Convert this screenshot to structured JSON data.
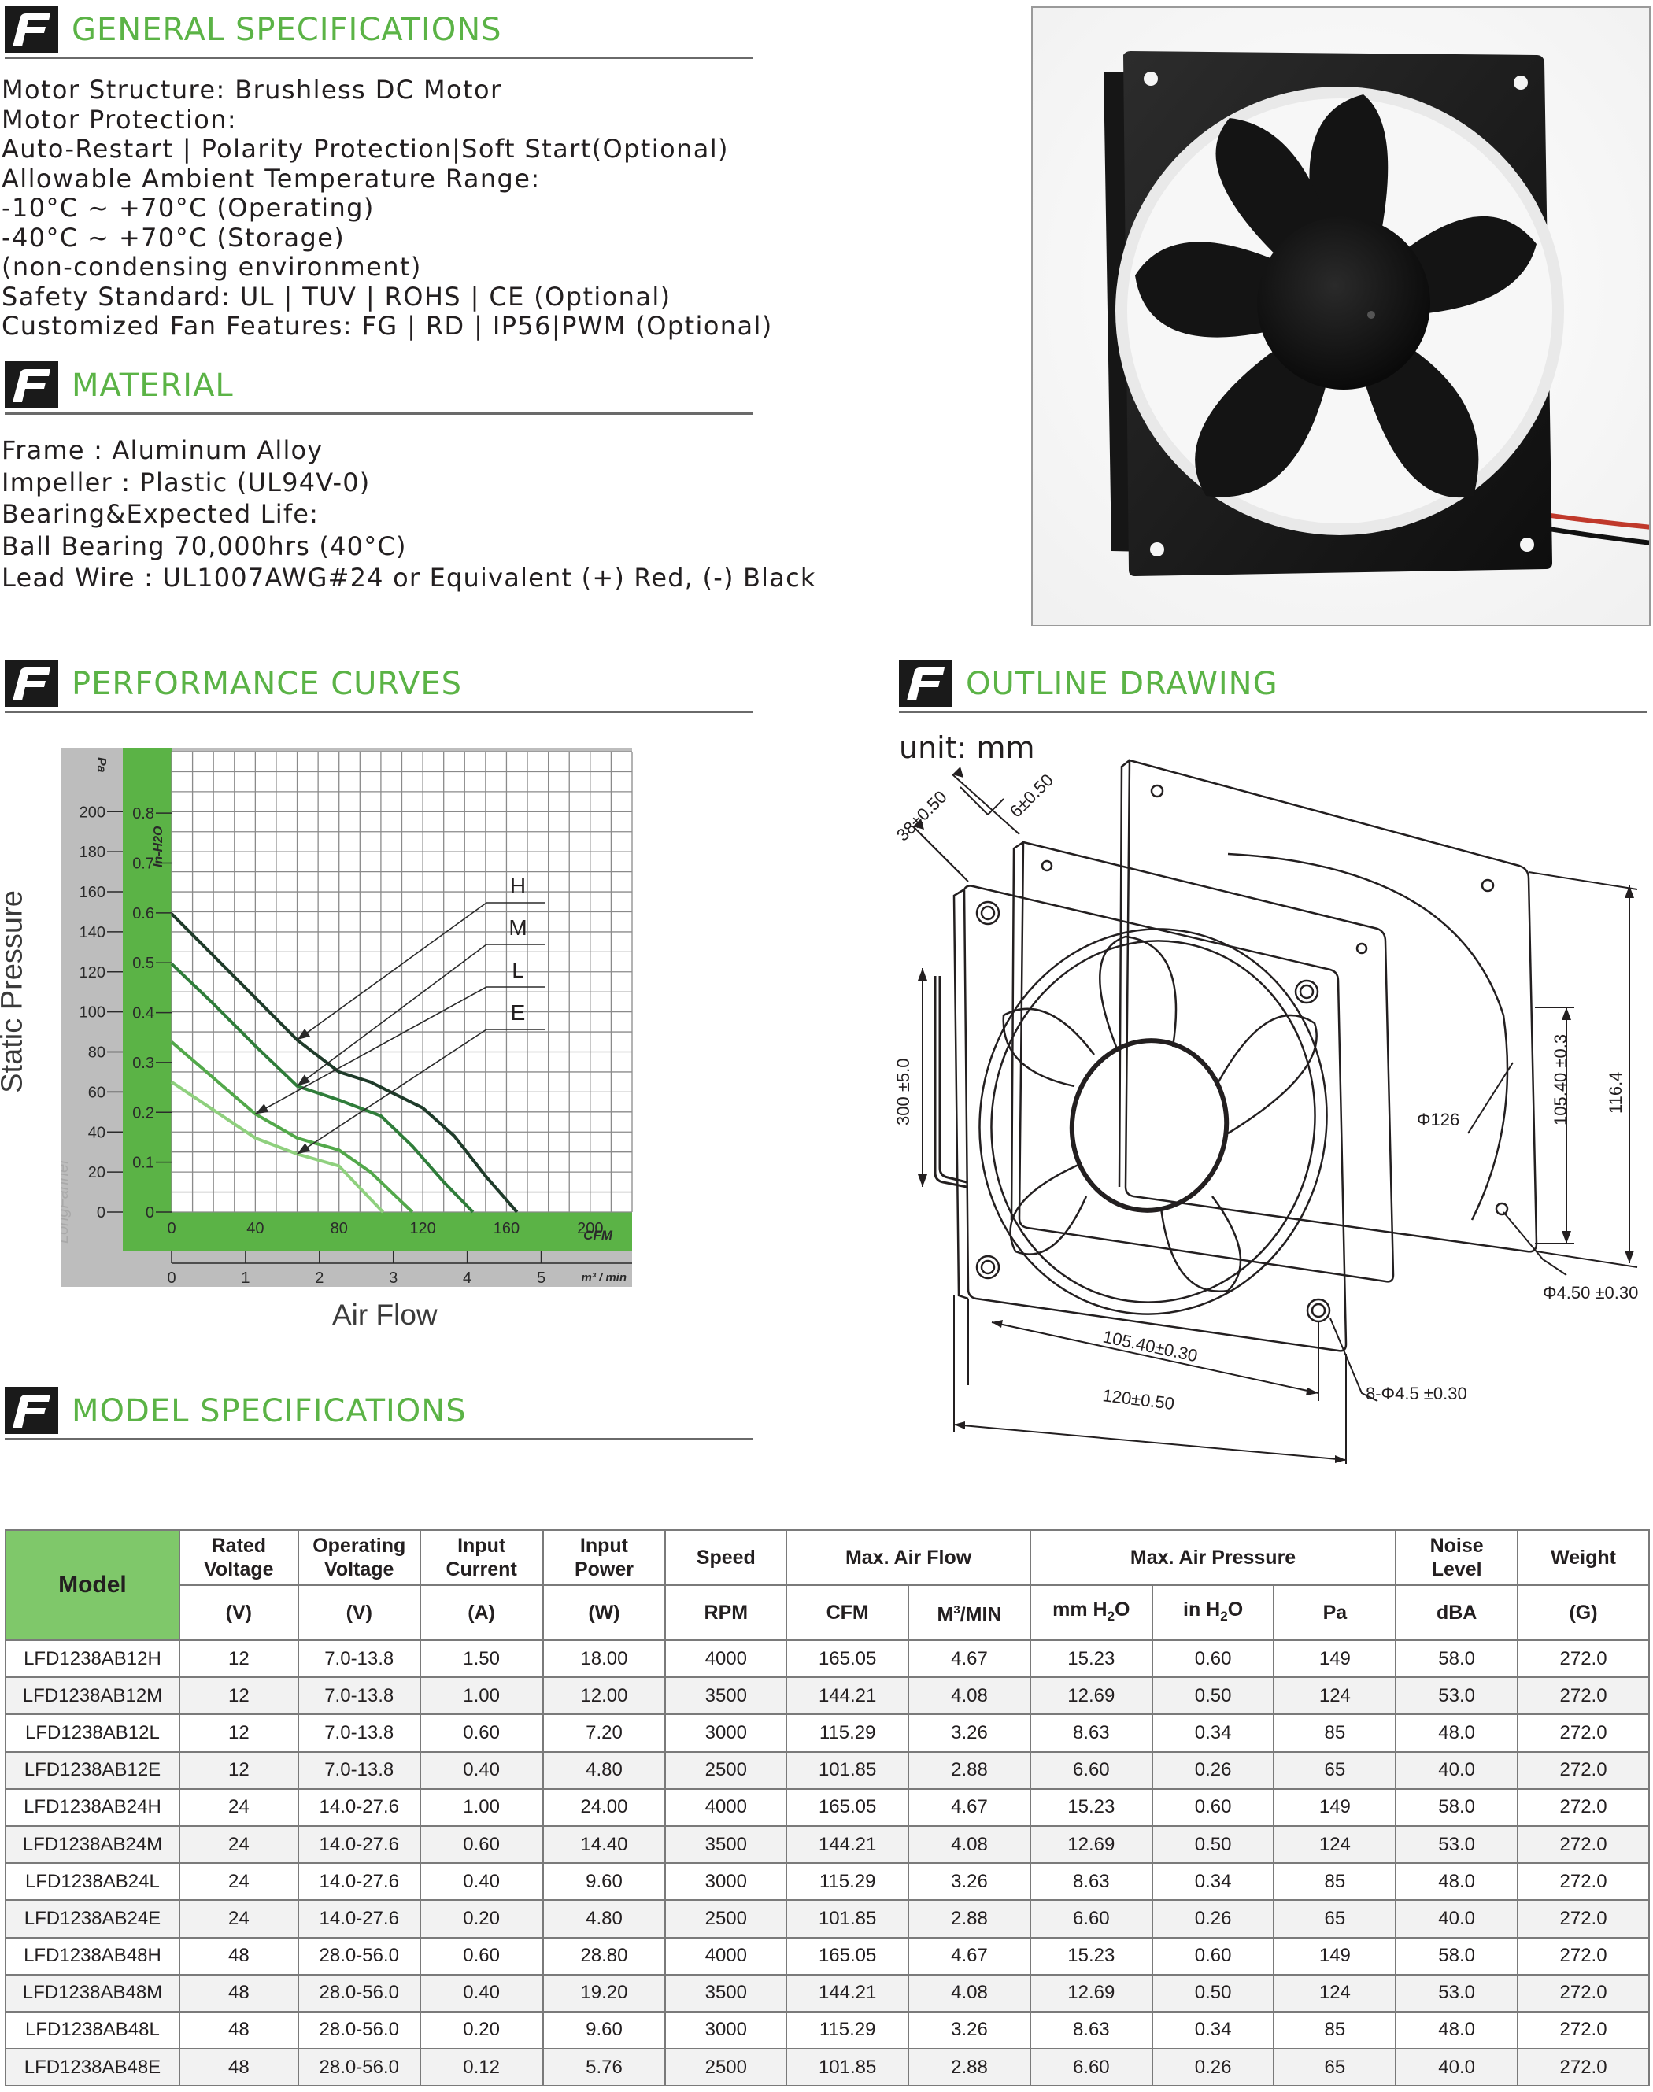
{
  "sections": {
    "general": "GENERAL SPECIFICATIONS",
    "material": "MATERIAL",
    "performance": "PERFORMANCE CURVES",
    "outline": "OUTLINE DRAWING",
    "model": "MODEL SPECIFICATIONS"
  },
  "general_lines": [
    "Motor Structure: Brushless DC Motor",
    "Motor Protection:",
    "Auto-Restart | Polarity Protection|Soft Start(Optional)",
    "Allowable Ambient Temperature Range:",
    "-10°C ~ +70°C (Operating)",
    "-40°C ~ +70°C (Storage)",
    "(non-condensing environment)",
    "Safety Standard: UL | TUV | ROHS | CE (Optional)",
    "Customized Fan Features: FG | RD | IP56|PWM (Optional)"
  ],
  "material_lines": [
    "Frame : Aluminum Alloy",
    "Impeller : Plastic (UL94V-0)",
    "Bearing&Expected Life:",
    "Ball Bearing  70,000hrs (40°C)",
    "Lead Wire : UL1007AWG#24 or Equivalent (+) Red, (-) Black"
  ],
  "chart_data": {
    "type": "line",
    "xlabel": "Air Flow",
    "ylabel": "Static Pressure",
    "x_unit": "CFM",
    "x2_unit": "m³ / min",
    "y_unit": "Pa",
    "y2_unit": "In-H2O",
    "xlim": [
      0,
      220
    ],
    "ylim": [
      0,
      230
    ],
    "grid": true,
    "x_ticks": [
      "0",
      "40",
      "80",
      "120",
      "160",
      "200"
    ],
    "x2_ticks": [
      "0",
      "1",
      "2",
      "3",
      "4",
      "5"
    ],
    "y_ticks": [
      "0",
      "20",
      "40",
      "60",
      "80",
      "100",
      "120",
      "140",
      "160",
      "180",
      "200"
    ],
    "y2_ticks": [
      "0",
      "0.1",
      "0.2",
      "0.3",
      "0.4",
      "0.5",
      "0.6",
      "0.7",
      "0.8"
    ],
    "watermark": "LongFanner",
    "series": [
      {
        "name": "H",
        "color": "#1f3b2a",
        "points": [
          [
            0,
            149
          ],
          [
            20,
            128
          ],
          [
            40,
            107
          ],
          [
            60,
            86
          ],
          [
            80,
            70
          ],
          [
            95,
            65
          ],
          [
            120,
            52
          ],
          [
            135,
            38
          ],
          [
            150,
            18
          ],
          [
            165,
            0
          ]
        ]
      },
      {
        "name": "M",
        "color": "#2f7d3a",
        "points": [
          [
            0,
            124
          ],
          [
            20,
            104
          ],
          [
            40,
            83
          ],
          [
            60,
            63
          ],
          [
            80,
            56
          ],
          [
            100,
            48
          ],
          [
            115,
            33
          ],
          [
            130,
            15
          ],
          [
            144,
            0
          ]
        ]
      },
      {
        "name": "L",
        "color": "#52a84a",
        "points": [
          [
            0,
            85
          ],
          [
            20,
            67
          ],
          [
            40,
            49
          ],
          [
            60,
            37
          ],
          [
            80,
            31
          ],
          [
            95,
            20
          ],
          [
            105,
            10
          ],
          [
            115,
            0
          ]
        ]
      },
      {
        "name": "E",
        "color": "#8fd07e",
        "points": [
          [
            0,
            65
          ],
          [
            20,
            51
          ],
          [
            40,
            37
          ],
          [
            60,
            29
          ],
          [
            80,
            23
          ],
          [
            90,
            12
          ],
          [
            101,
            0
          ]
        ]
      }
    ]
  },
  "outline": {
    "unit": "unit: mm",
    "dims": {
      "depth": "38±0.50",
      "flange": "6±0.50",
      "wire": "300 ±5.0",
      "hole_spacing_v": "105.40 ±0.3",
      "height": "116.4",
      "diameter": "Φ126",
      "mount_hole": "Φ4.50 ±0.30",
      "hole_spacing_h": "105.40±0.30",
      "width": "120±0.50",
      "holes": "8-Φ4.5 ±0.30"
    }
  },
  "table": {
    "headers": [
      "Model",
      "Rated Voltage",
      "Operating Voltage",
      "Input Current",
      "Input Power",
      "Speed",
      "Max. Air Flow",
      "Max. Air Pressure",
      "Noise Level",
      "Weight"
    ],
    "units": [
      "(V)",
      "(V)",
      "(A)",
      "(W)",
      "RPM",
      "CFM",
      "M3/MIN",
      "mm H2O",
      "in H2O",
      "Pa",
      "dBA",
      "(G)"
    ],
    "rows": [
      [
        "LFD1238AB12H",
        "12",
        "7.0-13.8",
        "1.50",
        "18.00",
        "4000",
        "165.05",
        "4.67",
        "15.23",
        "0.60",
        "149",
        "58.0",
        "272.0"
      ],
      [
        "LFD1238AB12M",
        "12",
        "7.0-13.8",
        "1.00",
        "12.00",
        "3500",
        "144.21",
        "4.08",
        "12.69",
        "0.50",
        "124",
        "53.0",
        "272.0"
      ],
      [
        "LFD1238AB12L",
        "12",
        "7.0-13.8",
        "0.60",
        "7.20",
        "3000",
        "115.29",
        "3.26",
        "8.63",
        "0.34",
        "85",
        "48.0",
        "272.0"
      ],
      [
        "LFD1238AB12E",
        "12",
        "7.0-13.8",
        "0.40",
        "4.80",
        "2500",
        "101.85",
        "2.88",
        "6.60",
        "0.26",
        "65",
        "40.0",
        "272.0"
      ],
      [
        "LFD1238AB24H",
        "24",
        "14.0-27.6",
        "1.00",
        "24.00",
        "4000",
        "165.05",
        "4.67",
        "15.23",
        "0.60",
        "149",
        "58.0",
        "272.0"
      ],
      [
        "LFD1238AB24M",
        "24",
        "14.0-27.6",
        "0.60",
        "14.40",
        "3500",
        "144.21",
        "4.08",
        "12.69",
        "0.50",
        "124",
        "53.0",
        "272.0"
      ],
      [
        "LFD1238AB24L",
        "24",
        "14.0-27.6",
        "0.40",
        "9.60",
        "3000",
        "115.29",
        "3.26",
        "8.63",
        "0.34",
        "85",
        "48.0",
        "272.0"
      ],
      [
        "LFD1238AB24E",
        "24",
        "14.0-27.6",
        "0.20",
        "4.80",
        "2500",
        "101.85",
        "2.88",
        "6.60",
        "0.26",
        "65",
        "40.0",
        "272.0"
      ],
      [
        "LFD1238AB48H",
        "48",
        "28.0-56.0",
        "0.60",
        "28.80",
        "4000",
        "165.05",
        "4.67",
        "15.23",
        "0.60",
        "149",
        "58.0",
        "272.0"
      ],
      [
        "LFD1238AB48M",
        "48",
        "28.0-56.0",
        "0.40",
        "19.20",
        "3500",
        "144.21",
        "4.08",
        "12.69",
        "0.50",
        "124",
        "53.0",
        "272.0"
      ],
      [
        "LFD1238AB48L",
        "48",
        "28.0-56.0",
        "0.20",
        "9.60",
        "3000",
        "115.29",
        "3.26",
        "8.63",
        "0.34",
        "85",
        "48.0",
        "272.0"
      ],
      [
        "LFD1238AB48E",
        "48",
        "28.0-56.0",
        "0.12",
        "5.76",
        "2500",
        "101.85",
        "2.88",
        "6.60",
        "0.26",
        "65",
        "40.0",
        "272.0"
      ]
    ]
  }
}
